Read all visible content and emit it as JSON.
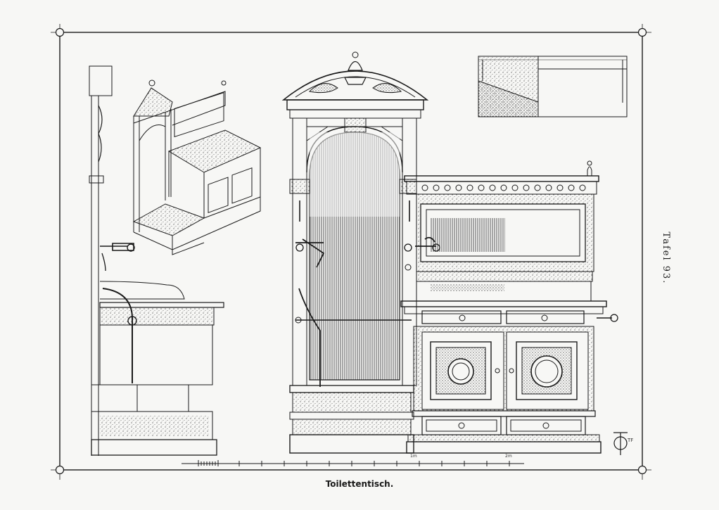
{
  "plate": {
    "label": "Tafel 93.",
    "caption": "Toilettentisch.",
    "monogram": "TF",
    "scale_units": [
      "1m",
      "2m"
    ]
  },
  "colors": {
    "ink": "#1a1a1a",
    "paper": "#f7f7f5"
  }
}
